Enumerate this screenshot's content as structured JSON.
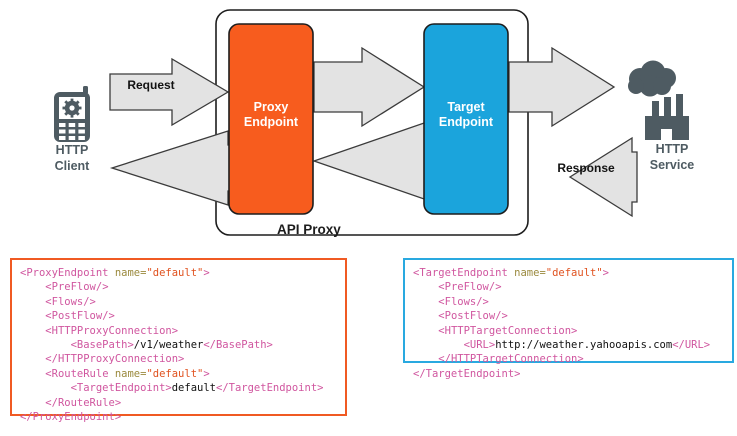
{
  "diagram": {
    "title": "API Proxy",
    "container_label": "API Proxy",
    "nodes": {
      "client": {
        "caption_line1": "HTTP",
        "caption_line2": "Client",
        "icon": "mobile-phone-gear-icon",
        "color": "#4e5b62"
      },
      "service": {
        "caption_line1": "HTTP",
        "caption_line2": "Service",
        "icon": "factory-smoke-icon",
        "color": "#4e5b62"
      },
      "proxy_endpoint": {
        "line1": "Proxy",
        "line2": "Endpoint",
        "color": "#f75c1e"
      },
      "target_endpoint": {
        "line1": "Target",
        "line2": "Endpoint",
        "color": "#1ba4dc"
      }
    },
    "arrows": {
      "request_label": "Request",
      "response_label": "Response",
      "fill": "#e3e3e3",
      "stroke": "#3b3b3b"
    }
  },
  "code_blocks": {
    "proxy": {
      "border_color": "#f05a23",
      "lines": [
        [
          {
            "c": "t",
            "s": "<ProxyEndpoint "
          },
          {
            "c": "a",
            "s": "name="
          },
          {
            "c": "v",
            "s": "\"default\""
          },
          {
            "c": "t",
            "s": ">"
          }
        ],
        [
          {
            "c": "x",
            "s": "    "
          },
          {
            "c": "t",
            "s": "<PreFlow/>"
          }
        ],
        [
          {
            "c": "x",
            "s": "    "
          },
          {
            "c": "t",
            "s": "<Flows/>"
          }
        ],
        [
          {
            "c": "x",
            "s": "    "
          },
          {
            "c": "t",
            "s": "<PostFlow/>"
          }
        ],
        [
          {
            "c": "x",
            "s": "    "
          },
          {
            "c": "t",
            "s": "<HTTPProxyConnection>"
          }
        ],
        [
          {
            "c": "x",
            "s": "        "
          },
          {
            "c": "t",
            "s": "<BasePath>"
          },
          {
            "c": "x",
            "s": "/v1/weather"
          },
          {
            "c": "t",
            "s": "</BasePath>"
          }
        ],
        [
          {
            "c": "x",
            "s": "    "
          },
          {
            "c": "t",
            "s": "</HTTPProxyConnection>"
          }
        ],
        [
          {
            "c": "x",
            "s": "    "
          },
          {
            "c": "t",
            "s": "<RouteRule "
          },
          {
            "c": "a",
            "s": "name="
          },
          {
            "c": "v",
            "s": "\"default\""
          },
          {
            "c": "t",
            "s": ">"
          }
        ],
        [
          {
            "c": "x",
            "s": "        "
          },
          {
            "c": "t",
            "s": "<TargetEndpoint>"
          },
          {
            "c": "x",
            "s": "default"
          },
          {
            "c": "t",
            "s": "</TargetEndpoint>"
          }
        ],
        [
          {
            "c": "x",
            "s": "    "
          },
          {
            "c": "t",
            "s": "</RouteRule>"
          }
        ],
        [
          {
            "c": "t",
            "s": "</ProxyEndpoint>"
          }
        ]
      ]
    },
    "target": {
      "border_color": "#29a9e0",
      "lines": [
        [
          {
            "c": "t",
            "s": "<TargetEndpoint "
          },
          {
            "c": "a",
            "s": "name="
          },
          {
            "c": "v",
            "s": "\"default\""
          },
          {
            "c": "t",
            "s": ">"
          }
        ],
        [
          {
            "c": "x",
            "s": "    "
          },
          {
            "c": "t",
            "s": "<PreFlow/>"
          }
        ],
        [
          {
            "c": "x",
            "s": "    "
          },
          {
            "c": "t",
            "s": "<Flows/>"
          }
        ],
        [
          {
            "c": "x",
            "s": "    "
          },
          {
            "c": "t",
            "s": "<PostFlow/>"
          }
        ],
        [
          {
            "c": "x",
            "s": "    "
          },
          {
            "c": "t",
            "s": "<HTTPTargetConnection>"
          }
        ],
        [
          {
            "c": "x",
            "s": "        "
          },
          {
            "c": "t",
            "s": "<URL>"
          },
          {
            "c": "x",
            "s": "http://weather.yahooapis.com"
          },
          {
            "c": "t",
            "s": "</URL>"
          }
        ],
        [
          {
            "c": "x",
            "s": "    "
          },
          {
            "c": "t",
            "s": "</HTTPTargetConnection>"
          }
        ],
        [
          {
            "c": "t",
            "s": "</TargetEndpoint>"
          }
        ]
      ]
    }
  }
}
